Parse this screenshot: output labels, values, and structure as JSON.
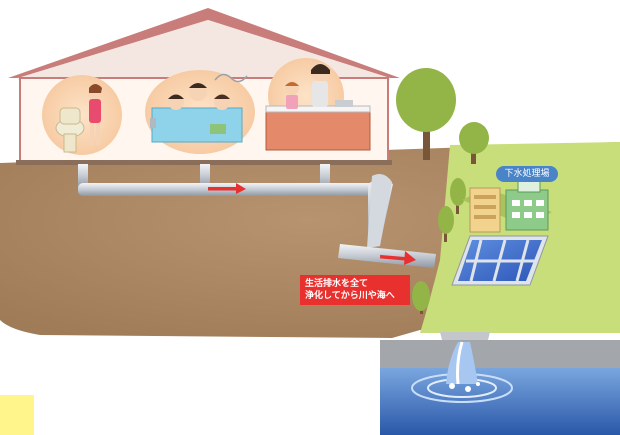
{
  "plant": {
    "label": "下水処理場"
  },
  "callout": {
    "line1": "生活排水を全て",
    "line2": "浄化してから川や海へ"
  },
  "colors": {
    "soil": "#b38e6b",
    "house_roof": "#c97d7a",
    "house_wall": "#fff7ef",
    "pipe": "#cfd4db",
    "arrow": "#e8312f",
    "grass": "#bfd86e",
    "water": "#3d72c4",
    "tree": "#8fae3e",
    "accent_yellow": "#fff58a"
  }
}
